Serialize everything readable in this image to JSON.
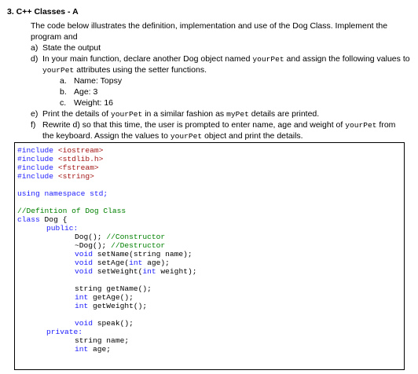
{
  "heading": "3.  C++ Classes - A",
  "intro": "The code below illustrates the definition, implementation and use of the Dog Class. Implement the program and",
  "items": [
    {
      "label": "a)",
      "text": "State the output"
    },
    {
      "label": "d)",
      "pre": "In your main function, declare another Dog object named ",
      "code1": "yourPet",
      "post": " and assign the following values to",
      "line2_code": "yourPet",
      "line2_post": " attributes using the setter functions."
    },
    {
      "label": "e)",
      "pre": "Print the details of ",
      "code1": "yourPet",
      "mid": " in a similar fashion as ",
      "code2": "myPet",
      "post": " details are printed."
    },
    {
      "label": "f)",
      "pre": "Rewrite d) so that this time, the user is prompted to enter name, age and weight of ",
      "code1": "yourPet",
      "post": " from",
      "line2": "the keyboard. Assign the values to ",
      "line2_code": "yourPet",
      "line2_post": " object and print the details."
    }
  ],
  "subitems": [
    {
      "label": "a.",
      "text": "Name: Topsy"
    },
    {
      "label": "b.",
      "text": "Age: 3"
    },
    {
      "label": "c.",
      "text": "Weight: 16"
    }
  ],
  "code": {
    "include_kw": "#include",
    "includes": [
      "<iostream>",
      "<stdlib.h>",
      "<fstream>",
      "<string>"
    ],
    "using": "using namespace std;",
    "comment_def": "//Defintion of Dog Class",
    "class_kw": "class",
    "class_rest": " Dog {",
    "public": "public:",
    "ctor": "Dog(); ",
    "ctor_cm": "//Constructor",
    "dtor": "~Dog(); ",
    "dtor_cm": "//Destructor",
    "void_kw": "void",
    "setName": " setName(string name);",
    "setAge_a": " setAge(",
    "int_kw": "int",
    "setAge_b": " age);",
    "setWeight_a": " setWeight(",
    "setWeight_b": " weight);",
    "getName": "string getName();",
    "getAge": " getAge();",
    "getWeight": " getWeight();",
    "speak": " speak();",
    "private": "private:",
    "name_decl": "string name;",
    "age_decl": " age;"
  }
}
